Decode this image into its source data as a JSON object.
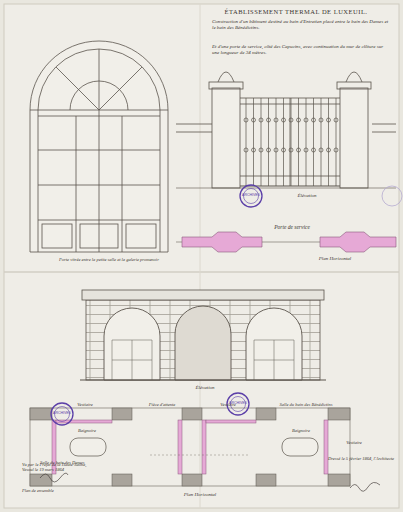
{
  "diagram": {
    "title": "ÉTABLISSEMENT THERMAL DE LUXEUIL.",
    "labels": [
      "Construction d'un bâtiment destiné au bain d'Entretien placé entre le bain des Dames et le bain des Bénédictins.",
      "Et d'une porte de service, côté des Capucins, avec continuation du mur de clôture sur une longueur de 34 mètres.",
      "Porte vitrée entre la petite salle et la galerie promenoir",
      "Élévation",
      "Porte de service",
      "Plan Horizontal",
      "Élévation",
      "Vestiaire",
      "Pièce d'attente",
      "Vestiaire",
      "Salle du bain des Bénédictins",
      "Salle du bain des Dames",
      "Baignoire",
      "Baignoire",
      "Vestiaire",
      "Plan Horizontal",
      "Vu par le Préfet de la Haute-Saône, Vesoul le 19 mars 1864",
      "Plan de ensemble",
      "Dressé le 5 février 1864, l'Architecte",
      "ARCHIVES",
      "ARCHIVES",
      "ARCHIVES"
    ]
  }
}
